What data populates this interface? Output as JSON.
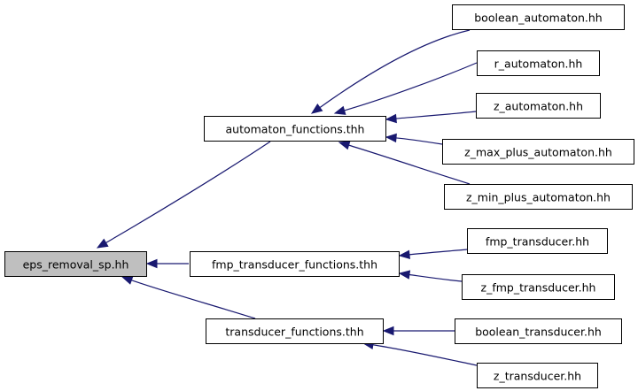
{
  "diagram": {
    "root": "eps_removal_sp.hh",
    "nodes": [
      {
        "id": "eps_removal_sp",
        "label": "eps_removal_sp.hh"
      },
      {
        "id": "automaton_functions",
        "label": "automaton_functions.thh"
      },
      {
        "id": "fmp_transducer_functions",
        "label": "fmp_transducer_functions.thh"
      },
      {
        "id": "transducer_functions",
        "label": "transducer_functions.thh"
      },
      {
        "id": "boolean_automaton",
        "label": "boolean_automaton.hh"
      },
      {
        "id": "r_automaton",
        "label": "r_automaton.hh"
      },
      {
        "id": "z_automaton",
        "label": "z_automaton.hh"
      },
      {
        "id": "z_max_plus_automaton",
        "label": "z_max_plus_automaton.hh"
      },
      {
        "id": "z_min_plus_automaton",
        "label": "z_min_plus_automaton.hh"
      },
      {
        "id": "fmp_transducer",
        "label": "fmp_transducer.hh"
      },
      {
        "id": "z_fmp_transducer",
        "label": "z_fmp_transducer.hh"
      },
      {
        "id": "boolean_transducer",
        "label": "boolean_transducer.hh"
      },
      {
        "id": "z_transducer",
        "label": "z_transducer.hh"
      }
    ],
    "edges": [
      {
        "from": "automaton_functions",
        "to": "eps_removal_sp"
      },
      {
        "from": "fmp_transducer_functions",
        "to": "eps_removal_sp"
      },
      {
        "from": "transducer_functions",
        "to": "eps_removal_sp"
      },
      {
        "from": "boolean_automaton",
        "to": "automaton_functions"
      },
      {
        "from": "r_automaton",
        "to": "automaton_functions"
      },
      {
        "from": "z_automaton",
        "to": "automaton_functions"
      },
      {
        "from": "z_max_plus_automaton",
        "to": "automaton_functions"
      },
      {
        "from": "z_min_plus_automaton",
        "to": "automaton_functions"
      },
      {
        "from": "fmp_transducer",
        "to": "fmp_transducer_functions"
      },
      {
        "from": "z_fmp_transducer",
        "to": "fmp_transducer_functions"
      },
      {
        "from": "boolean_transducer",
        "to": "transducer_functions"
      },
      {
        "from": "z_transducer",
        "to": "transducer_functions"
      }
    ],
    "colors": {
      "edge": "#191970",
      "root_fill": "#bfbfbf",
      "node_fill": "#ffffff",
      "border": "#000000"
    }
  }
}
